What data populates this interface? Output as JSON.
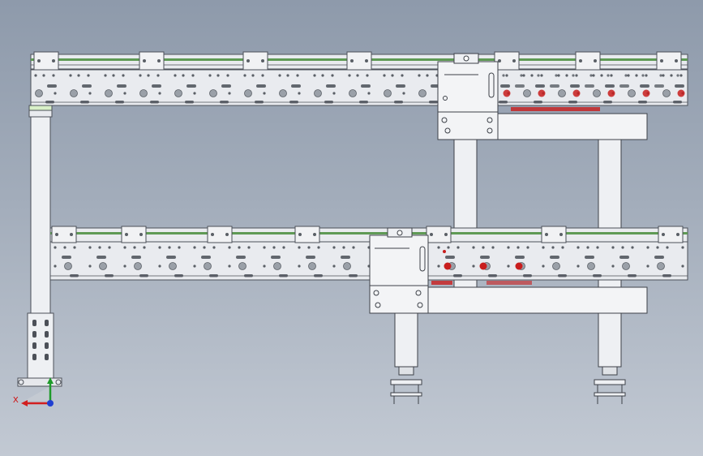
{
  "triad": {
    "x_label": "X",
    "x_color": "#d21f1f",
    "y_color": "#1e9a2a",
    "z_color": "#1f3fd2"
  },
  "colors": {
    "frame": "#e9ebef",
    "frame_edge": "#4c5058",
    "rail_green": "#5f9a55",
    "roller": "#9aa0a8",
    "red_part": "#c81d1d"
  },
  "upper_conveyor": {
    "brackets": 7,
    "rollers": 19
  },
  "lower_conveyor": {
    "brackets": 7,
    "rollers": 17
  },
  "uprights": [
    "left-leg",
    "rear-post-1",
    "rear-post-2",
    "front-leg-1",
    "front-leg-2"
  ]
}
